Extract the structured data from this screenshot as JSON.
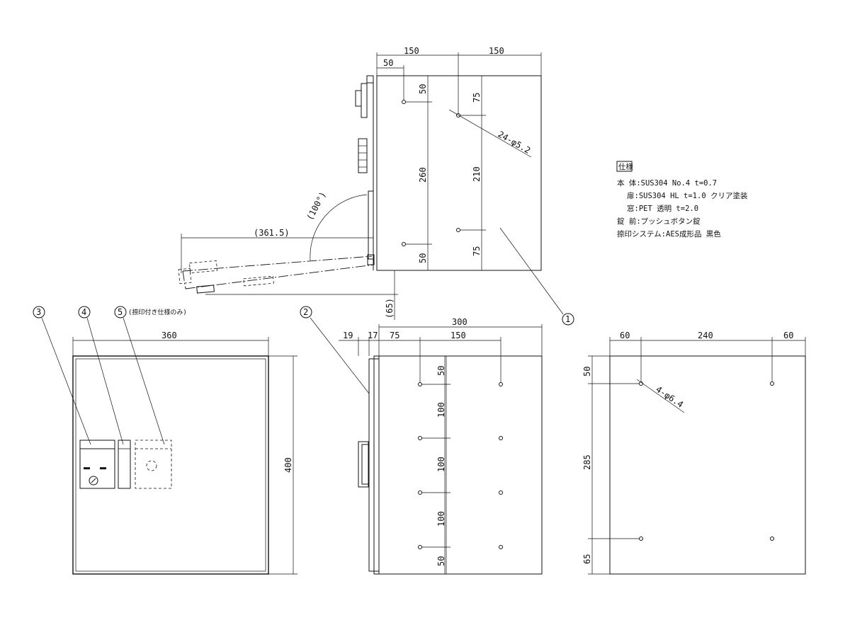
{
  "top_view": {
    "dim_150_left": "150",
    "dim_150_right": "150",
    "dim_50_top": "50",
    "dim_50_v_top": "50",
    "dim_260": "260",
    "dim_50_v_bottom": "50",
    "dim_75_top": "75",
    "dim_210": "210",
    "dim_75_bottom": "75",
    "hole_note": "24-φ5.2",
    "door_length": "(361.5)",
    "door_angle": "(100°)",
    "door_offset": "(65)",
    "balloon": "1"
  },
  "front_view": {
    "width": "360",
    "height": "400",
    "balloon_3": "3",
    "balloon_4": "4",
    "balloon_5": "5",
    "balloon_5_note": "(捺印付き仕様のみ)"
  },
  "side_view": {
    "dim_19": "19",
    "dim_17": "17",
    "dim_300": "300",
    "dim_75": "75",
    "dim_150": "150",
    "dim_50_top": "50",
    "dim_100_a": "100",
    "dim_100_b": "100",
    "dim_100_c": "100",
    "dim_50_bottom": "50",
    "balloon": "2"
  },
  "back_view": {
    "dim_60_left": "60",
    "dim_240": "240",
    "dim_60_right": "60",
    "dim_50": "50",
    "dim_285": "285",
    "dim_65": "65",
    "hole_note": "4-φ6.4"
  },
  "spec": {
    "heading": "仕様",
    "rows": [
      "本 体:SUS304 No.4  t=0.7",
      "扉:SUS304 HL  t=1.0 クリア塗装",
      "窓:PET 透明  t=2.0",
      "錠 前:プッシュボタン錠",
      "捺印システム:AES成形品 黒色"
    ]
  }
}
